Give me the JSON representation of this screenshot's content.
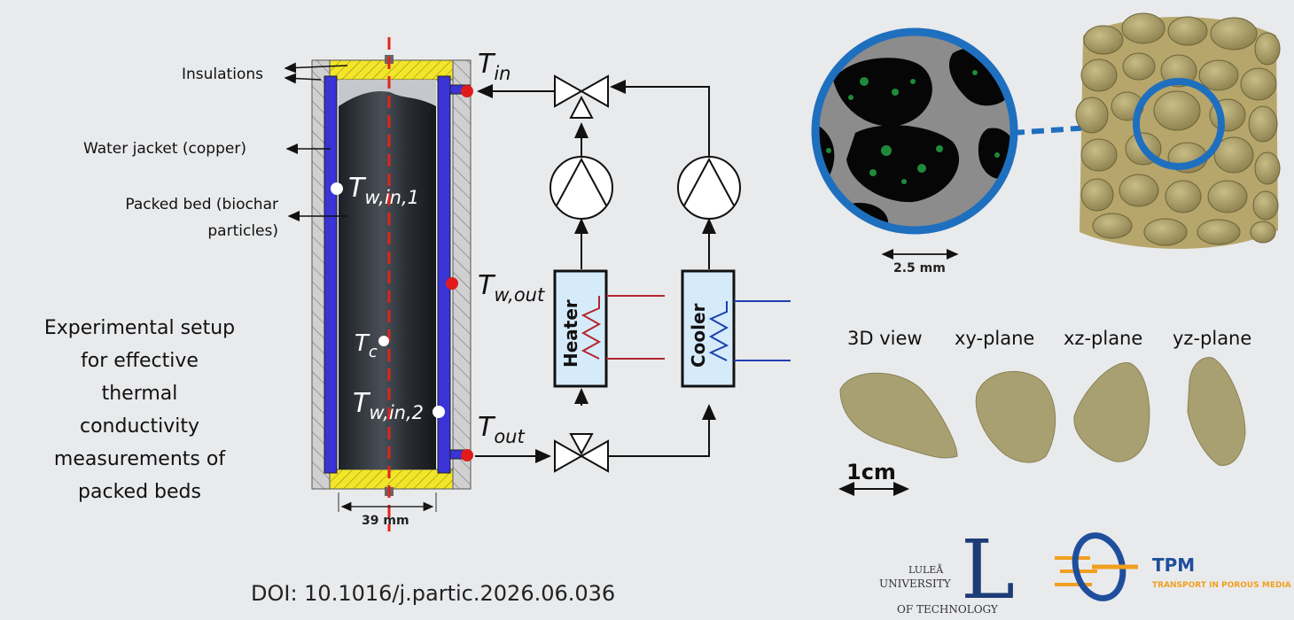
{
  "labels": {
    "insulations": "Insulations",
    "water_jacket": "Water jacket (copper)",
    "packed_bed_line1": "Packed bed (biochar",
    "packed_bed_line2": "particles)"
  },
  "symbols": {
    "t_in": {
      "base": "T",
      "sub": "in"
    },
    "t_out": {
      "base": "T",
      "sub": "out"
    },
    "t_w_out": {
      "base": "T",
      "sub": "w,out"
    },
    "t_w_in_1": {
      "base": "T",
      "sub": "w,in,1"
    },
    "t_w_in_2": {
      "base": "T",
      "sub": "w,in,2"
    },
    "t_c": {
      "base": "T",
      "sub": "c"
    }
  },
  "dimensions": {
    "column_width": "39 mm",
    "inset_scale": "2.5 mm",
    "particle_scale": "1cm"
  },
  "components": {
    "heater": "Heater",
    "cooler": "Cooler"
  },
  "caption": [
    "Experimental setup",
    "for effective",
    "thermal",
    "conductivity",
    "measurements of",
    "packed beds"
  ],
  "views": [
    "3D view",
    "xy-plane",
    "xz-plane",
    "yz-plane"
  ],
  "doi": "DOI: 10.1016/j.partic.2026.06.036",
  "logos": {
    "lulea_line1": "LULEÅ",
    "lulea_line2": "UNIVERSITY",
    "lulea_line3": "OF TECHNOLOGY",
    "lulea_letter": "L",
    "tpm_name": "TPM",
    "tpm_full": "TRANSPORT IN POROUS MEDIA"
  },
  "colors": {
    "background": "#e9eaec",
    "water_jacket": "#3a33d6",
    "insulation_cap": "#f2e52a",
    "dashed_axis": "#e3221c",
    "sensor_red": "#e01b1b",
    "inset_ring": "#1f6fbf",
    "particle_tan": "#b6a66b",
    "tpm_orange": "#f0a020",
    "tpm_blue": "#1f4e9c"
  }
}
